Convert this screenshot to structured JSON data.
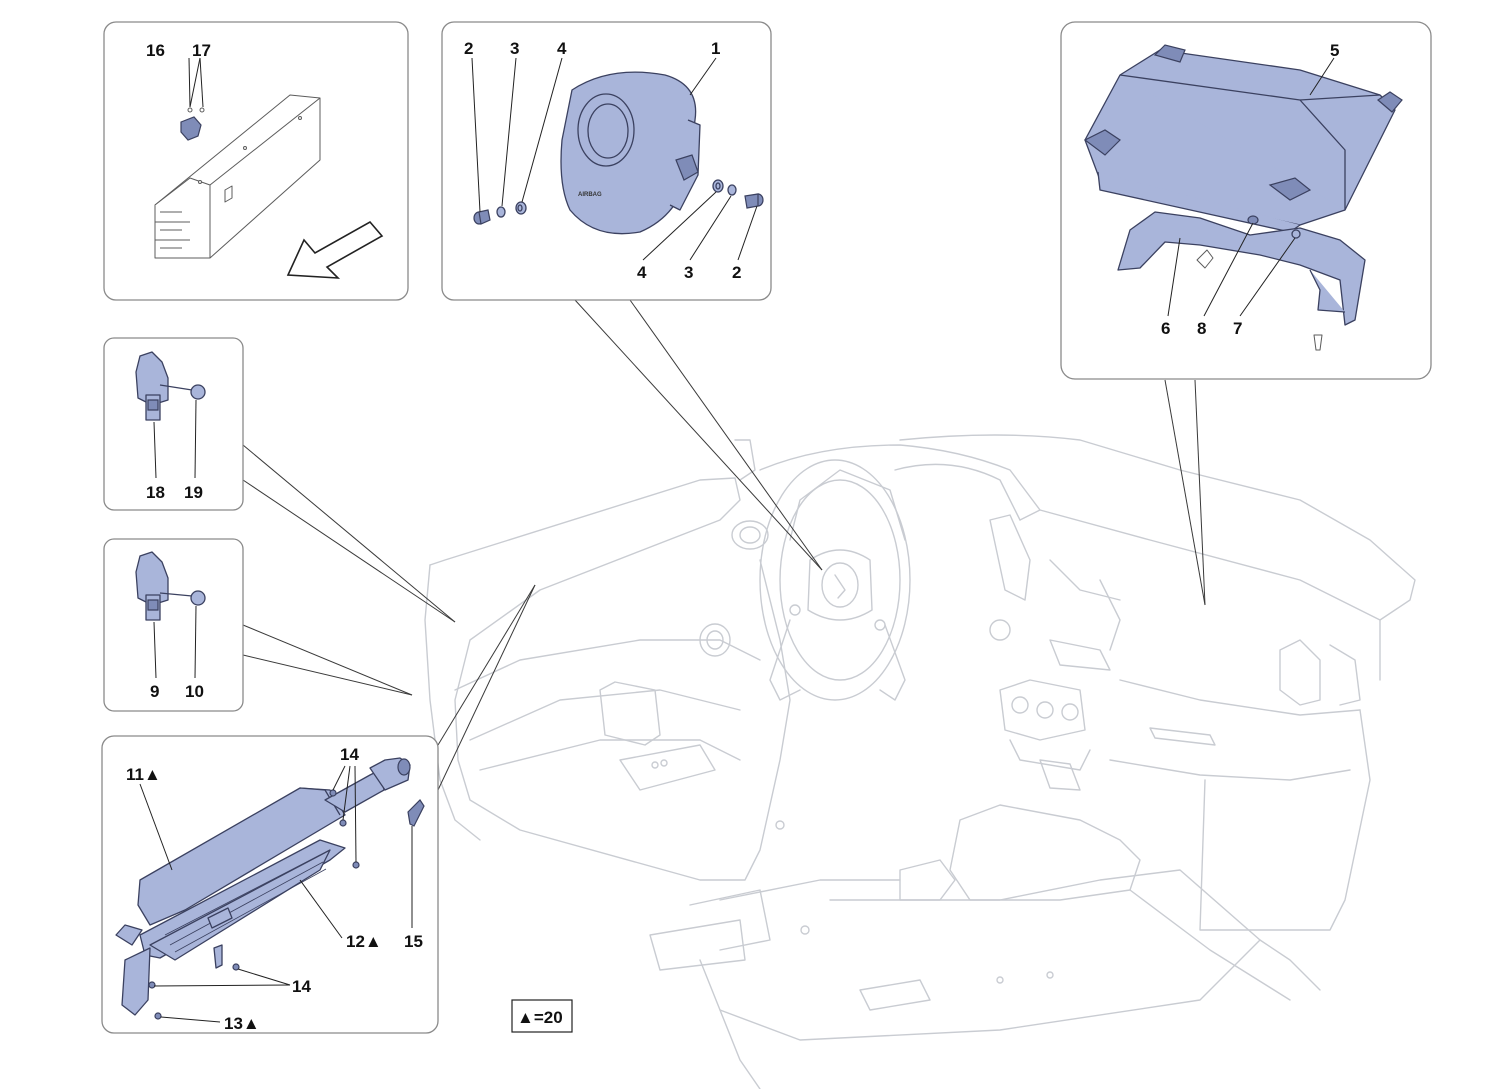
{
  "diagram": {
    "labels": {
      "n1": "1",
      "n2": "2",
      "n3": "3",
      "n4": "4",
      "n5": "5",
      "n6": "6",
      "n7": "7",
      "n8": "8",
      "n9": "9",
      "n10": "10",
      "n11": "11▲",
      "n12": "12▲",
      "n13": "13▲",
      "n14": "14",
      "n15": "15",
      "n16": "16",
      "n17": "17",
      "n18": "18",
      "n19": "19"
    },
    "legend": "▲=20",
    "airbag_marking": "AIRBAG"
  },
  "colors": {
    "part_fill": "#a9b5da",
    "part_stroke": "#3b4160",
    "outline": "#c9ccd2",
    "panel_border": "#8a8a8a"
  }
}
